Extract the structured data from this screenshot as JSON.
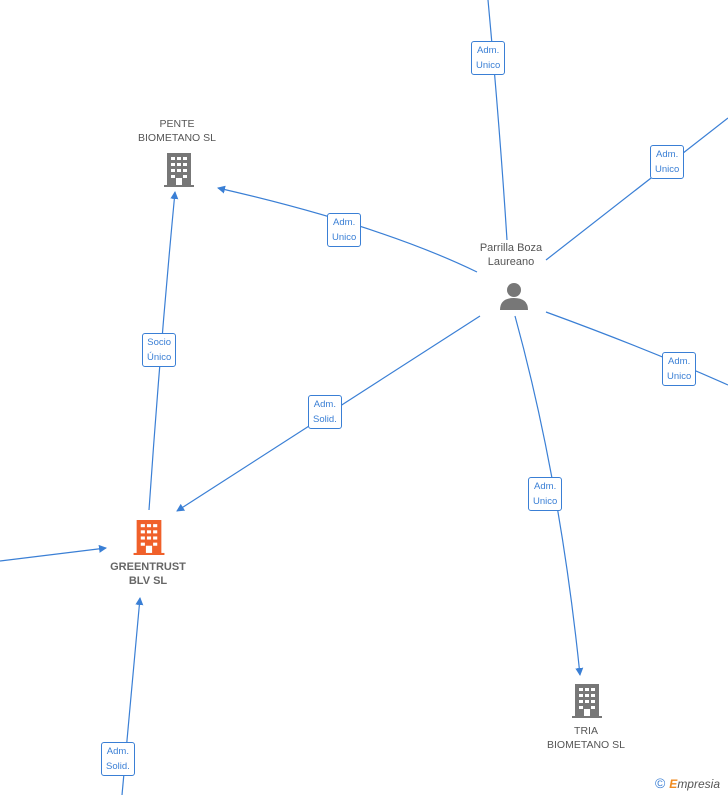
{
  "nodes": {
    "pente": {
      "line1": "PENTE",
      "line2": "BIOMETANO  SL"
    },
    "parrilla": {
      "line1": "Parrilla Boza",
      "line2": "Laureano"
    },
    "greentrust": {
      "line1": "GREENTRUST",
      "line2": "BLV  SL"
    },
    "tria": {
      "line1": "TRIA",
      "line2": "BIOMETANO  SL"
    }
  },
  "edges": {
    "top": {
      "line1": "Adm.",
      "line2": "Unico"
    },
    "upper_right": {
      "line1": "Adm.",
      "line2": "Unico"
    },
    "pente": {
      "line1": "Adm.",
      "line2": "Unico"
    },
    "socio": {
      "line1": "Socio",
      "line2": "Único"
    },
    "greentrust_solid": {
      "line1": "Adm.",
      "line2": "Solid."
    },
    "right": {
      "line1": "Adm.",
      "line2": "Unico"
    },
    "tria": {
      "line1": "Adm.",
      "line2": "Unico"
    },
    "bottom": {
      "line1": "Adm.",
      "line2": "Solid."
    }
  },
  "colors": {
    "edge": "#3a7fd5",
    "company_icon": "#777777",
    "focus_icon": "#f0602a",
    "person_icon": "#777777"
  },
  "watermark": {
    "symbol": "©",
    "brand_first": "E",
    "brand_rest": "mpresia"
  }
}
